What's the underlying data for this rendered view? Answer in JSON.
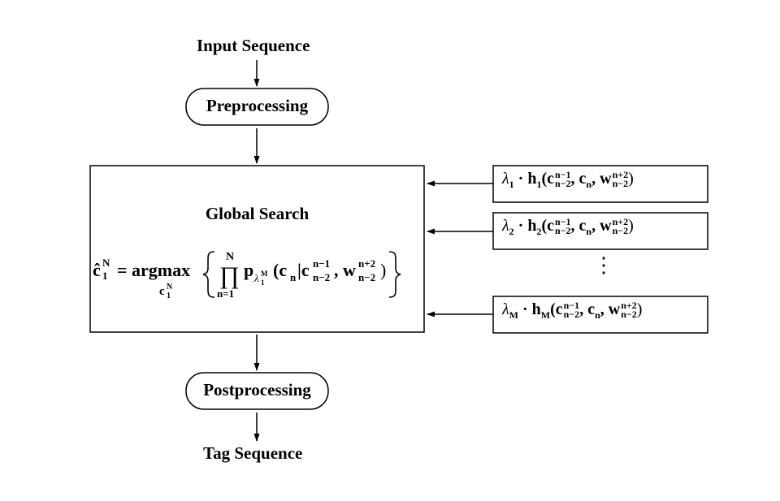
{
  "nodes": {
    "input": "Input Sequence",
    "preprocessing": "Preprocessing",
    "global_search": "Global Search",
    "postprocessing": "Postprocessing",
    "output": "Tag Sequence"
  },
  "formula": {
    "lhs_base": "ĉ",
    "lhs_sub": "1",
    "lhs_sup": "N",
    "equals": "=",
    "argmax": "argmax",
    "argmax_under_base": "c",
    "argmax_under_sub": "1",
    "argmax_under_sup": "N",
    "prod_upper": "N",
    "prod_symbol": "∏",
    "prod_lower": "n=1",
    "body": "p",
    "body_sub": "λ",
    "body_sub_idx": "1",
    "body_sub_sup": "M",
    "args": "(cₙ|c",
    "args_text_1": "(c",
    "args_n": "n",
    "args_bar": "|c",
    "args_sup1": "n−1",
    "args_sub1": "n−2",
    "args_comma": ", w",
    "args_sup2": "n+2",
    "args_sub2": "n−2",
    "args_close": ")"
  },
  "features": [
    {
      "lambda": "λ",
      "idx": "1",
      "dot_h": "· h",
      "h_idx": "1"
    },
    {
      "lambda": "λ",
      "idx": "2",
      "dot_h": "· h",
      "h_idx": "2"
    },
    {
      "lambda": "λ",
      "idx": "M",
      "dot_h": "· h",
      "h_idx": "M"
    }
  ],
  "feature_args": {
    "open": "(c",
    "sup1": "n−1",
    "sub1": "n−2",
    "mid": ", c",
    "cn_sub": "n",
    "comma_w": ", w",
    "sup2": "n+2",
    "sub2": "n−2",
    "close": ")"
  },
  "ellipsis": "⋮"
}
